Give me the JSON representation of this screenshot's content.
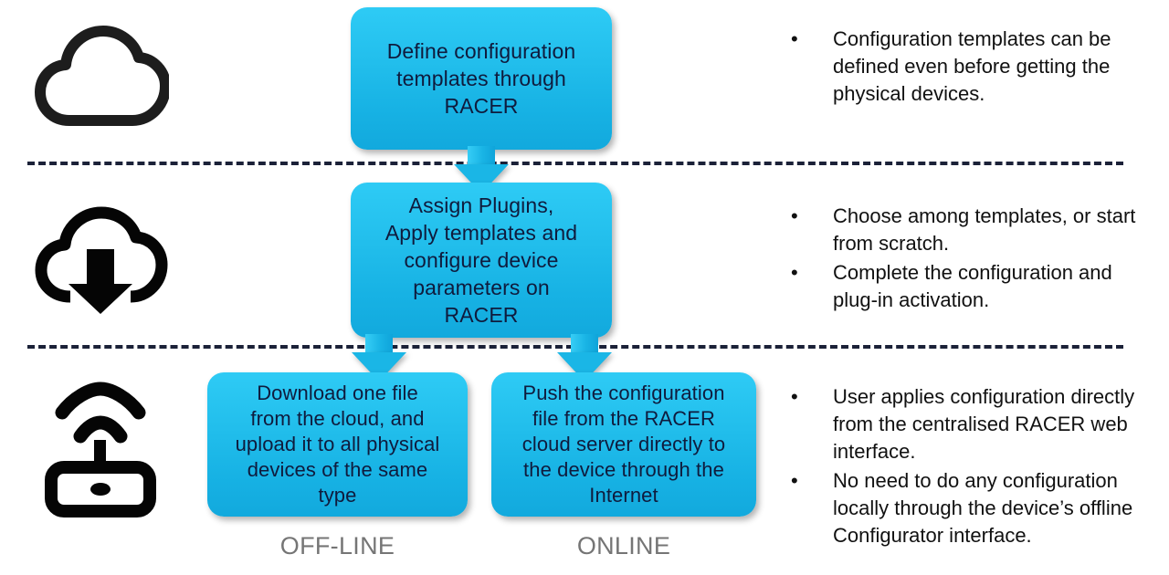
{
  "diagram": {
    "rows": [
      {
        "icon": "cloud-icon",
        "box": {
          "text": "Define configuration\ntemplates through\nRACER"
        },
        "bullets": [
          "Configuration templates can be defined even before getting the physical devices."
        ]
      },
      {
        "icon": "cloud-download-icon",
        "box": {
          "text": "Assign Plugins,\nApply templates and\nconfigure device\nparameters on\nRACER"
        },
        "bullets": [
          "Choose among templates, or start from scratch.",
          "Complete the configuration and plug-in activation."
        ]
      },
      {
        "icon": "wifi-router-icon",
        "boxes": [
          {
            "text": "Download one file\nfrom the cloud, and\nupload it to all physical\ndevices of the same\ntype",
            "caption": "OFF-LINE"
          },
          {
            "text": "Push the configuration\nfile from the RACER\ncloud server directly to\nthe device through the\nInternet",
            "caption": "ONLINE"
          }
        ],
        "bullets": [
          "User applies configuration directly from the centralised RACER web interface.",
          "No need to do any configuration locally through the device’s offline Configurator interface."
        ]
      }
    ],
    "bullet_marker": "•",
    "colors": {
      "box_fill_top": "#2ecbf5",
      "box_fill_bottom": "#12a9dd",
      "box_text": "#0f1b3d",
      "arrow_fill": "#1ab6e6",
      "divider": "#1b2138",
      "caption_text": "#757575",
      "icon": "#111111",
      "bullet_text": "#111111",
      "background": "#ffffff"
    }
  }
}
